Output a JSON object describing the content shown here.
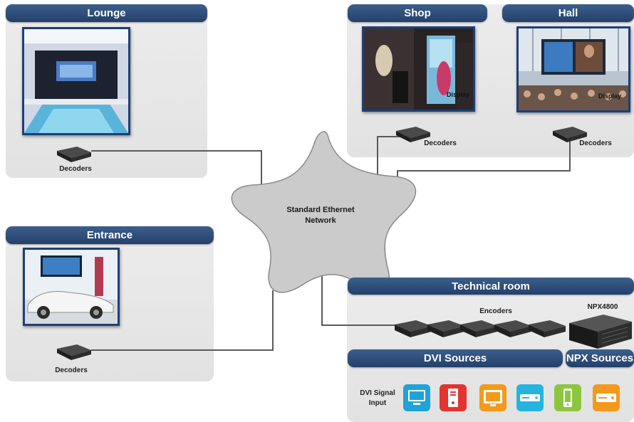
{
  "zones": {
    "lounge": "Lounge",
    "shop": "Shop",
    "hall": "Hall",
    "entrance": "Entrance",
    "technical_room": "Technical room",
    "dvi_sources": "DVI Sources",
    "npx_sources": "NPX Sources"
  },
  "labels": {
    "decoders": "Decoders",
    "encoders": "Encoders",
    "npx_device": "NPX4800",
    "network": "Standard Ethernet Network",
    "dvi_signal_input": "DVI Signal Input",
    "display": "Display"
  },
  "icons": [
    "monitor-icon",
    "pc-tower-icon",
    "tv-icon",
    "set-top-box-icon",
    "mobile-device-icon",
    "media-player-icon"
  ],
  "colors": {
    "zone_header": "#2f4f7c",
    "zone_bg": "#e6e6e6",
    "network_cloud": "#c9c9c9",
    "link_line": "#5a5a5a",
    "icon_blue": "#1fa3d8",
    "icon_red": "#e3342f",
    "icon_orange": "#f39a1c",
    "icon_cyan": "#27b3e0",
    "icon_green": "#8cc63f"
  }
}
